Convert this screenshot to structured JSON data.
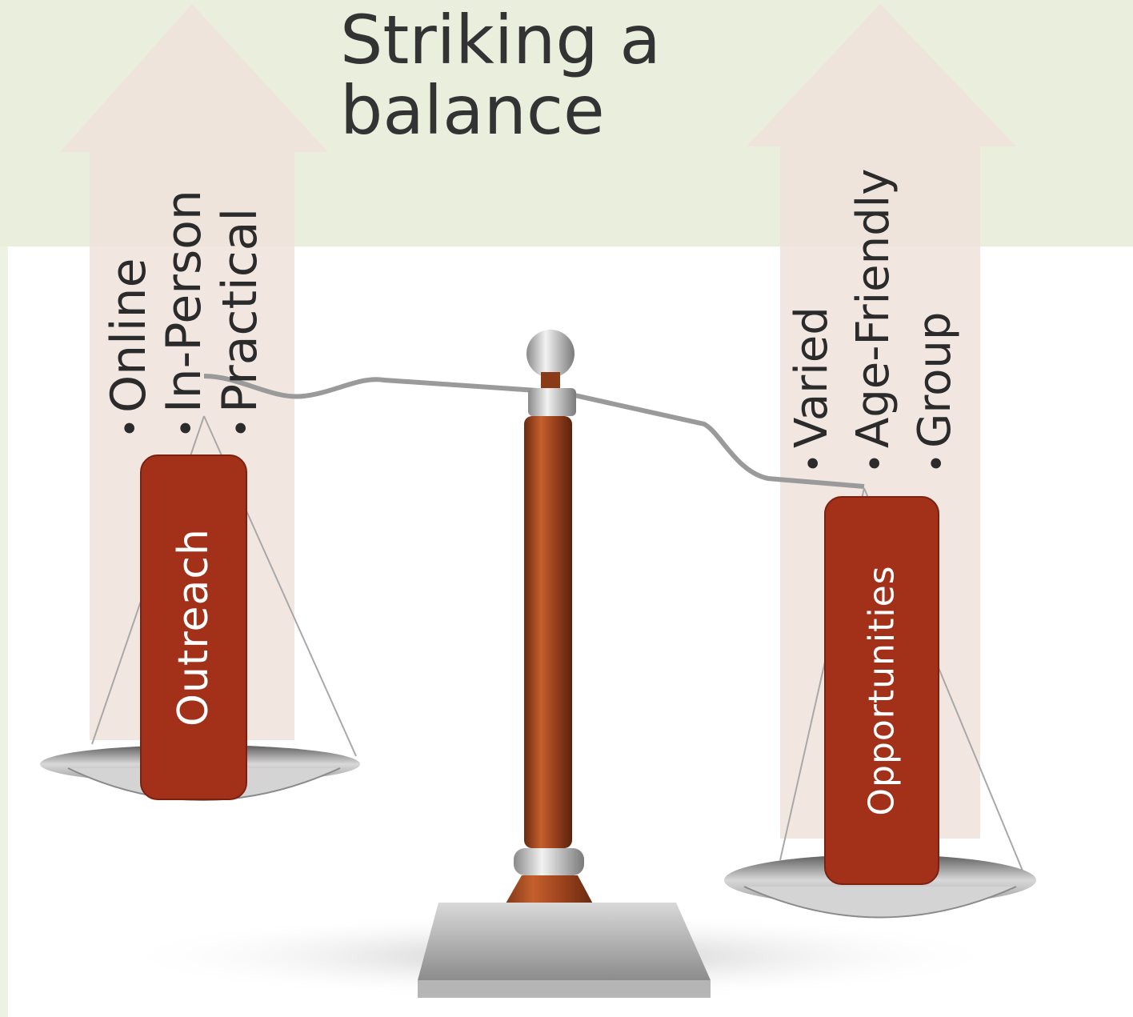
{
  "title": {
    "line1": "Striking a",
    "line2": "balance"
  },
  "left": {
    "label": "Outreach",
    "items": [
      "Online",
      "In-Person",
      "Practical"
    ]
  },
  "right": {
    "label": "Opportunities",
    "items": [
      "Varied",
      "Age-Friendly",
      "Group"
    ]
  },
  "colors": {
    "background": "#eef2e3",
    "arrow": "#f0e2dc",
    "label_box": "#a33119",
    "pillar": "#a0451e",
    "metal": "#c8c8c8"
  },
  "icons": [
    "balance-scale-illustration",
    "up-arrow-shape"
  ]
}
